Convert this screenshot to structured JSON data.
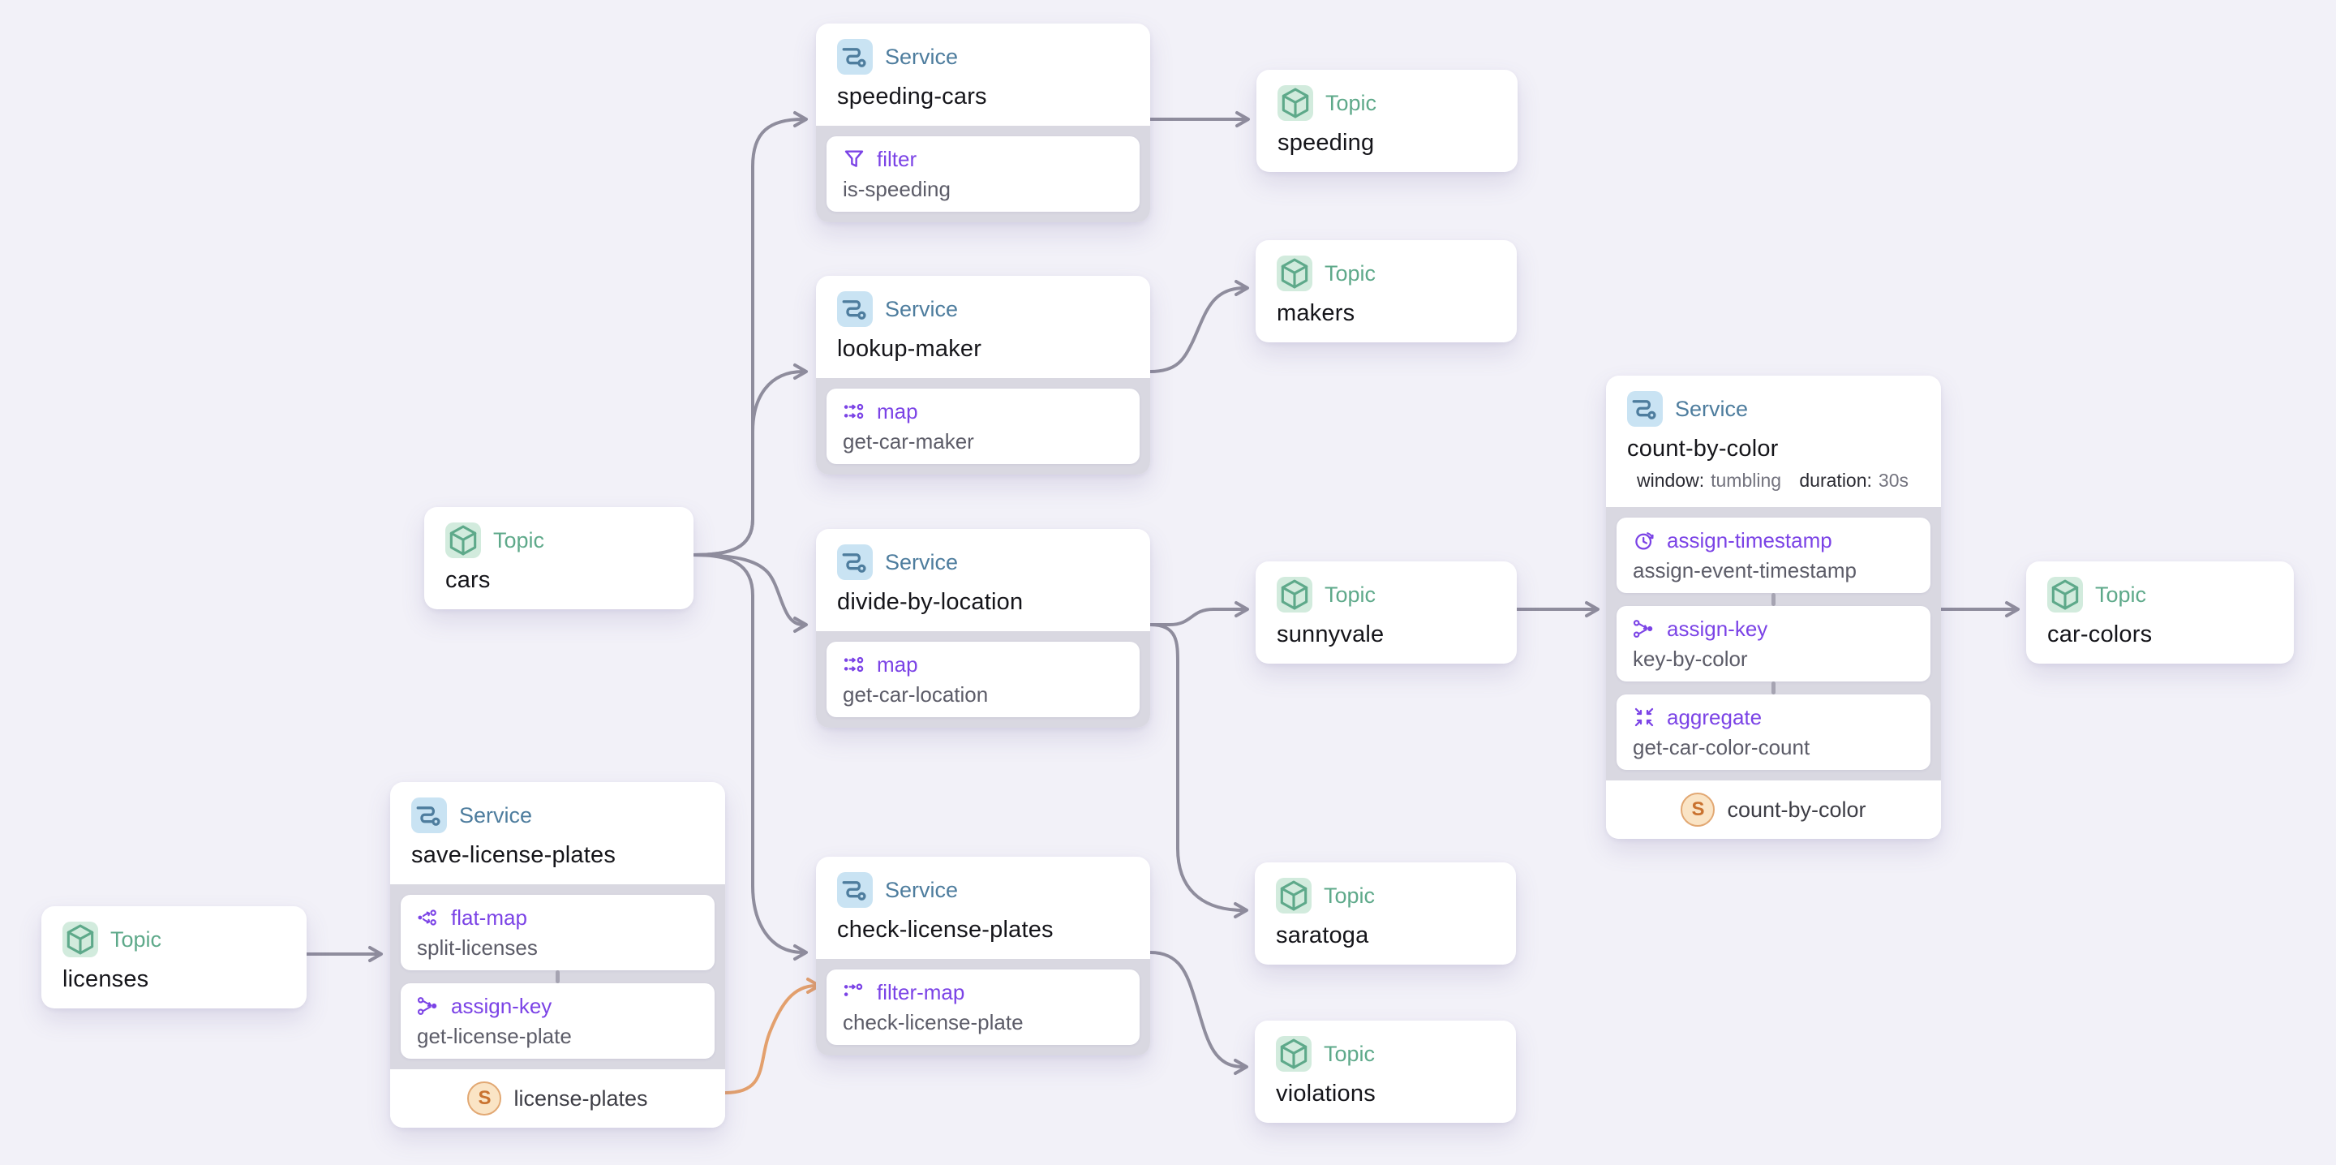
{
  "canvas_background": "#f2f1f8",
  "store_badge_letter": "S",
  "colors": {
    "topic_accent": "#5ea98a",
    "service_accent": "#4e7d9e",
    "operator_accent": "#7b43e6",
    "edge_gray": "#8f8d9d",
    "edge_orange": "#e3a06d",
    "store_badge_bg": "#fae4c5",
    "store_badge_border": "#e2a873",
    "store_badge_text": "#c9722f"
  },
  "nodes": [
    {
      "id": "speeding-cars",
      "kind": "service",
      "type_label": "Service",
      "name": "speeding-cars",
      "ops": [
        {
          "type": "filter",
          "name": "is-speeding"
        }
      ]
    },
    {
      "id": "speeding",
      "kind": "topic",
      "type_label": "Topic",
      "name": "speeding"
    },
    {
      "id": "lookup-maker",
      "kind": "service",
      "type_label": "Service",
      "name": "lookup-maker",
      "ops": [
        {
          "type": "map",
          "name": "get-car-maker"
        }
      ]
    },
    {
      "id": "makers",
      "kind": "topic",
      "type_label": "Topic",
      "name": "makers"
    },
    {
      "id": "cars",
      "kind": "topic",
      "type_label": "Topic",
      "name": "cars"
    },
    {
      "id": "divide-by-location",
      "kind": "service",
      "type_label": "Service",
      "name": "divide-by-location",
      "ops": [
        {
          "type": "map",
          "name": "get-car-location"
        }
      ]
    },
    {
      "id": "sunnyvale",
      "kind": "topic",
      "type_label": "Topic",
      "name": "sunnyvale"
    },
    {
      "id": "count-by-color",
      "kind": "service",
      "type_label": "Service",
      "name": "count-by-color",
      "meta": [
        {
          "label": "window:",
          "value": "tumbling"
        },
        {
          "label": "duration:",
          "value": "30s"
        }
      ],
      "ops": [
        {
          "type": "assign-timestamp",
          "name": "assign-event-timestamp"
        },
        {
          "type": "assign-key",
          "name": "key-by-color"
        },
        {
          "type": "aggregate",
          "name": "get-car-color-count"
        }
      ],
      "store": "count-by-color"
    },
    {
      "id": "car-colors",
      "kind": "topic",
      "type_label": "Topic",
      "name": "car-colors"
    },
    {
      "id": "save-license-plates",
      "kind": "service",
      "type_label": "Service",
      "name": "save-license-plates",
      "ops": [
        {
          "type": "flat-map",
          "name": "split-licenses"
        },
        {
          "type": "assign-key",
          "name": "get-license-plate"
        }
      ],
      "store": "license-plates"
    },
    {
      "id": "licenses",
      "kind": "topic",
      "type_label": "Topic",
      "name": "licenses"
    },
    {
      "id": "check-license-plates",
      "kind": "service",
      "type_label": "Service",
      "name": "check-license-plates",
      "ops": [
        {
          "type": "filter-map",
          "name": "check-license-plate"
        }
      ]
    },
    {
      "id": "saratoga",
      "kind": "topic",
      "type_label": "Topic",
      "name": "saratoga"
    },
    {
      "id": "violations",
      "kind": "topic",
      "type_label": "Topic",
      "name": "violations"
    }
  ],
  "edges": [
    {
      "from": "licenses",
      "to": "save-license-plates",
      "color": "gray"
    },
    {
      "from": "cars",
      "to": "speeding-cars",
      "color": "gray"
    },
    {
      "from": "cars",
      "to": "lookup-maker",
      "color": "gray"
    },
    {
      "from": "cars",
      "to": "divide-by-location",
      "color": "gray"
    },
    {
      "from": "cars",
      "to": "check-license-plates",
      "color": "gray"
    },
    {
      "from": "speeding-cars",
      "to": "speeding",
      "color": "gray"
    },
    {
      "from": "lookup-maker",
      "to": "makers",
      "color": "gray"
    },
    {
      "from": "divide-by-location",
      "to": "sunnyvale",
      "color": "gray"
    },
    {
      "from": "divide-by-location",
      "to": "saratoga",
      "color": "gray"
    },
    {
      "from": "check-license-plates",
      "to": "violations",
      "color": "gray"
    },
    {
      "from": "sunnyvale",
      "to": "count-by-color",
      "color": "gray"
    },
    {
      "from": "count-by-color",
      "to": "car-colors",
      "color": "gray"
    },
    {
      "from": "license-plates",
      "to": "check-license-plate",
      "color": "orange"
    }
  ]
}
